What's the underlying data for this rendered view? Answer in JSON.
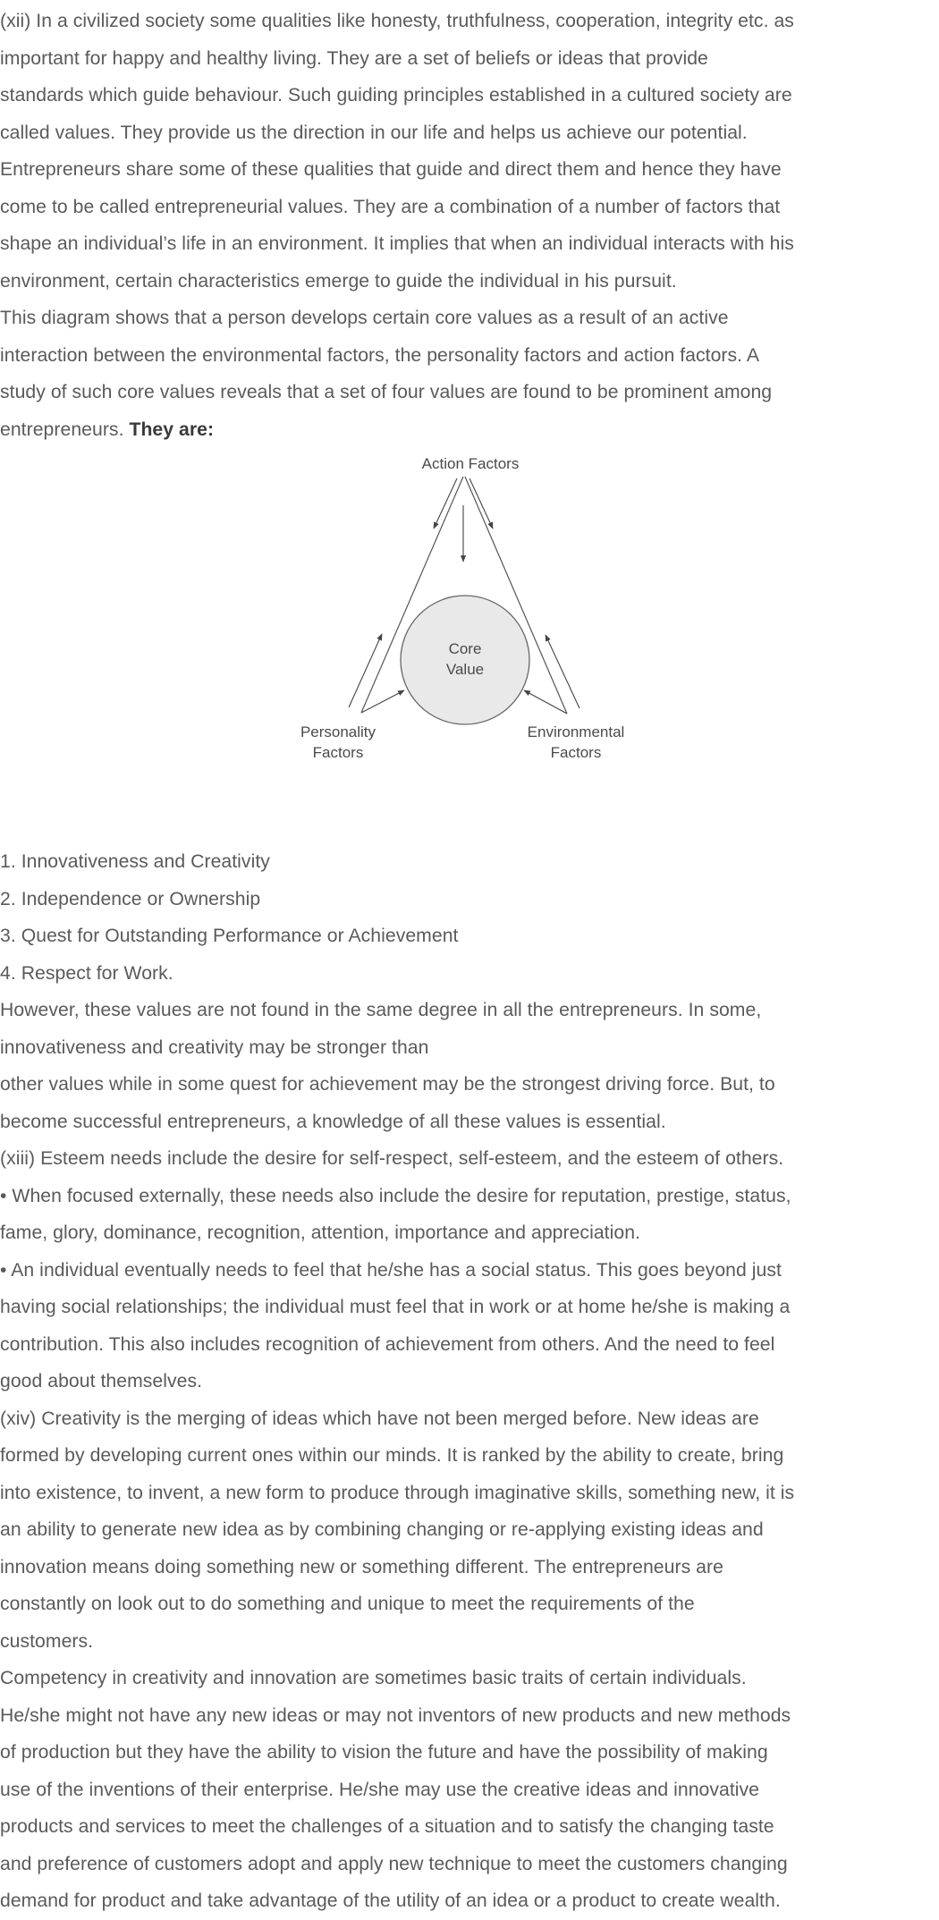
{
  "section_top": {
    "lines": [
      "(xii) In a civilized society some qualities like honesty, truthfulness, cooperation, integrity etc. as",
      "important for happy and healthy living. They are a set of beliefs or ideas that provide",
      "standards which guide behaviour. Such guiding principles established in a cultured society are",
      "called values. They provide us the direction in our life and helps us achieve our potential.",
      "Entrepreneurs share some of these qualities that guide and direct them and hence they have",
      "come to be called entrepreneurial values. They are a combination of a number of factors that",
      "shape an individual’s life in an environment. It implies that when an individual interacts with his",
      "environment, certain characteristics emerge to guide the individual in his pursuit.",
      "This diagram shows that a person develops certain core values as a result of an active",
      "interaction between the environmental factors, the personality factors and action factors. A",
      "study of such core values reveals that a set of four values are found to be prominent among"
    ],
    "last_line_prefix": "entrepreneurs. ",
    "last_line_bold": "They are:"
  },
  "diagram": {
    "top_label": "Action Factors",
    "center_label_1": "Core",
    "center_label_2": "Value",
    "left_label_1": "Personality",
    "left_label_2": "Factors",
    "right_label_1": "Environmental",
    "right_label_2": "Factors"
  },
  "section_bottom": {
    "lines": [
      "1. Innovativeness and Creativity",
      "2. Independence or Ownership",
      "3. Quest for Outstanding Performance or Achievement",
      "4. Respect for Work.",
      "However, these values are not found in the same degree in all the entrepreneurs. In some,",
      "innovativeness and creativity may be stronger than",
      "other values while in some quest for achievement may be the strongest driving force. But, to",
      "become successful entrepreneurs, a knowledge of all these values is essential.",
      "(xiii) Esteem needs include the desire for self-respect, self-esteem, and the esteem of others.",
      "• When focused externally, these needs also include the desire for reputation, prestige, status,",
      "fame, glory, dominance, recognition, attention, importance and appreciation.",
      "• An individual eventually needs to feel that he/she has a social status. This goes beyond just",
      "having social relationships; the individual must feel that in work or at home he/she is making a",
      "contribution. This also includes recognition of achievement from others. And the need to feel",
      "good about themselves.",
      "(xiv) Creativity is the merging of ideas which have not been merged before. New ideas are",
      "formed by developing current ones within our minds. It is ranked by the ability to create, bring",
      "into existence, to invent, a new form to produce through imaginative skills, something new, it is",
      "an ability to generate new idea as by combining changing or re-applying existing ideas and",
      "innovation means doing something new or something different. The entrepreneurs are",
      "constantly on look out to do something and unique to meet the requirements of the",
      "customers.",
      "Competency in creativity and innovation are sometimes basic traits of certain individuals.",
      "He/she might not have any new ideas or may not inventors of new products and new methods",
      "of production but they have the ability to vision the future and have the possibility of making",
      "use of the inventions of their enterprise. He/she may use the creative ideas and innovative",
      "products and services to meet the challenges of a situation and to satisfy the changing taste",
      "and preference of customers adopt and apply new technique to meet the customers changing",
      "demand for product and take advantage of the utility of an idea or a product to create wealth."
    ]
  }
}
